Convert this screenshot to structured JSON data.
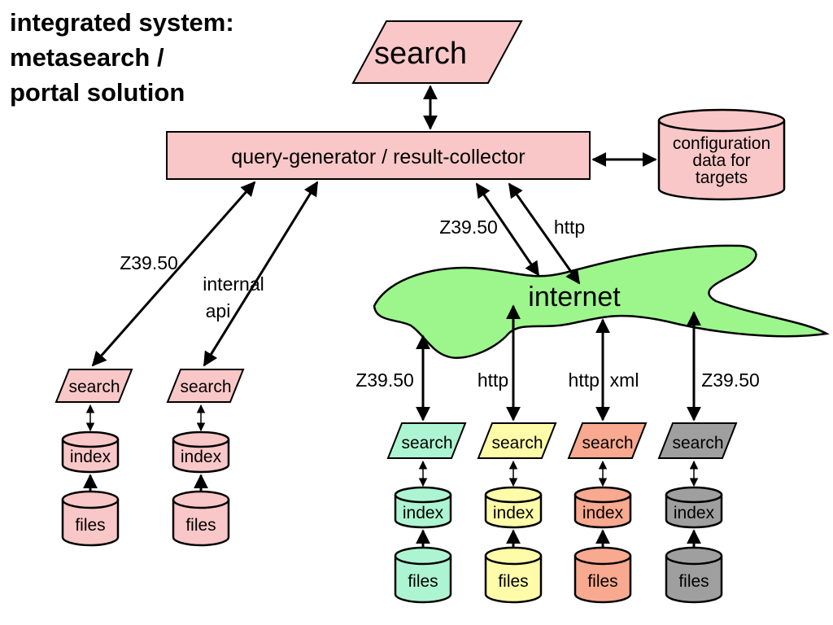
{
  "title": {
    "line1": "integrated system:",
    "line2": "metasearch /",
    "line3": "portal solution"
  },
  "top_search": {
    "label": "search"
  },
  "collector": {
    "label": "query-generator / result-collector"
  },
  "config_db": {
    "line1": "configuration",
    "line2": "data for",
    "line3": "targets"
  },
  "cloud": {
    "label": "internet"
  },
  "links": {
    "left_z3950": "Z39.50",
    "internal_api_1": "internal",
    "internal_api_2": "api",
    "net_z3950": "Z39.50",
    "net_http": "http"
  },
  "colors": {
    "pink": "#f9c7c7",
    "green_cloud": "#9cf68c",
    "mint": "#adf5d2",
    "yellow": "#fefca8",
    "salmon": "#f8a98f",
    "gray": "#9f9f9f"
  },
  "local_targets": [
    {
      "search": "search",
      "index": "index",
      "files": "files"
    },
    {
      "search": "search",
      "index": "index",
      "files": "files"
    }
  ],
  "remote_targets": [
    {
      "protocol": "Z39.50",
      "search": "search",
      "index": "index",
      "files": "files"
    },
    {
      "protocol": "http",
      "search": "search",
      "index": "index",
      "files": "files"
    },
    {
      "protocol": "http  xml",
      "search": "search",
      "index": "index",
      "files": "files"
    },
    {
      "protocol": "Z39.50",
      "search": "search",
      "index": "index",
      "files": "files"
    }
  ]
}
